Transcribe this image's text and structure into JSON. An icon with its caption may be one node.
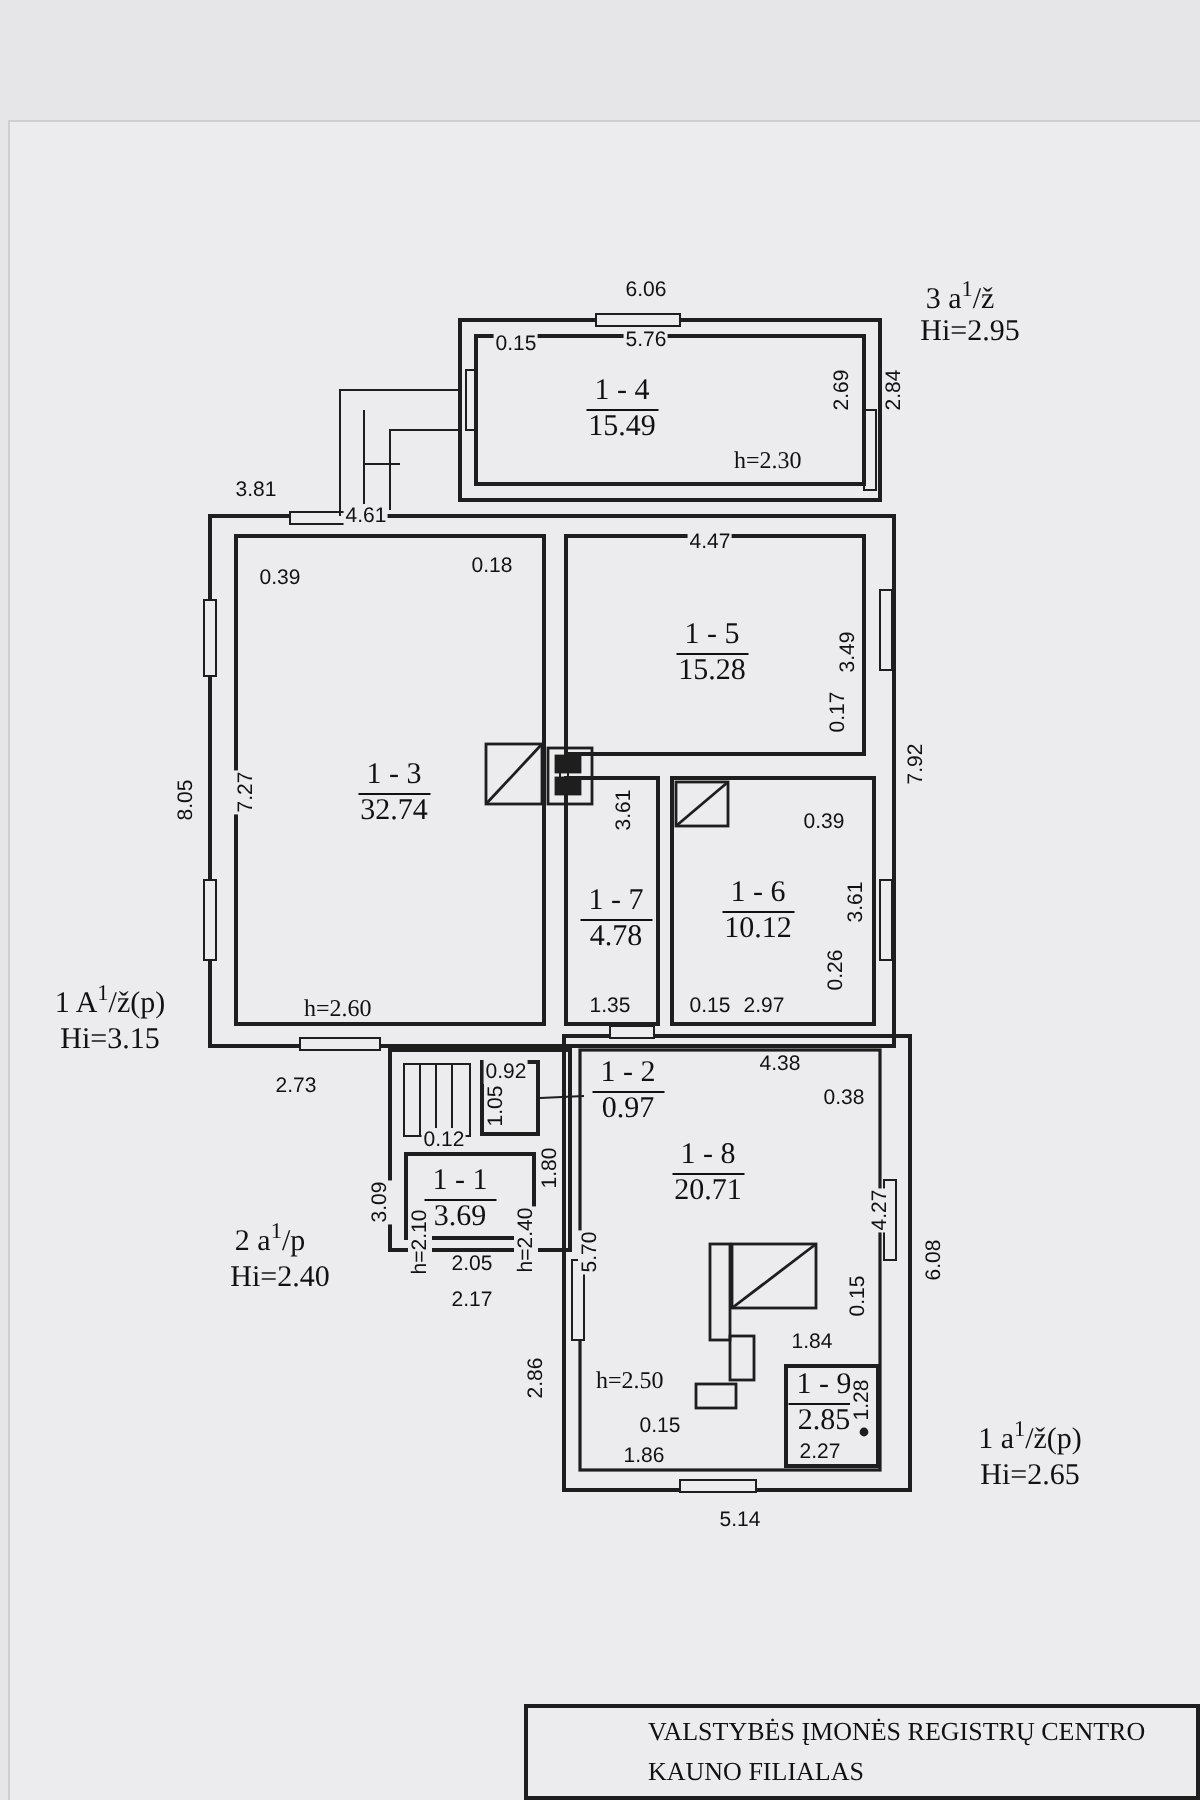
{
  "diagram": {
    "nodes": [
      {
        "text": [
          "1 - 4",
          "15.49",
          "h=2.30"
        ]
      },
      {
        "text": [
          "1 - 3",
          "32.74",
          "h=2.60"
        ]
      },
      {
        "text": [
          "1 - 5",
          "15.28"
        ]
      },
      {
        "text": [
          "1 - 7",
          "4.78"
        ]
      },
      {
        "text": [
          "1 - 6",
          "10.12"
        ]
      },
      {
        "text": [
          "1 - 2",
          "0.97"
        ]
      },
      {
        "text": [],
        "shape": "box"
      },
      {
        "text": [
          "1 - 1",
          "3.69"
        ]
      },
      {
        "text": [
          "1 - 8",
          "20.71",
          "h=2.50"
        ]
      },
      {
        "text": [
          "1 - 9",
          "2.85"
        ]
      },
      {
        "text": [
          "VALSTYBĖS ĮMONĖS REGISTRŲ CENTRO",
          "KAUNO FILIALAS"
        ]
      }
    ],
    "edges": [
      {
        "from": 5,
        "to": 6,
        "arrow": "none"
      }
    ],
    "labels": [
      "6.06",
      "3 a$^{1}$/ž",
      "Hi=2.95",
      "0.15",
      "5.76",
      "2.69",
      "2.84",
      "3.81",
      "4.61",
      "0.39",
      "0.18",
      "4.47",
      "3.49",
      "0.17",
      "8.05",
      "7.27",
      "7.92",
      "3.61",
      "0.39",
      "3.61",
      "0.26",
      "1.35",
      "0.15",
      "2.97",
      "1 A$^{1}$/ž(p)",
      "Hi=3.15",
      "2.73",
      "0.92",
      "4.38",
      "1.05",
      "0.38",
      "0.12",
      "1.80",
      "3.09",
      "h=2.10",
      "h=2.40",
      "4.27",
      "2 a$^{1}$/p",
      "Hi=2.40",
      "2.05",
      "5.70",
      "6.08",
      "2.17",
      "0.15",
      "1.84",
      "2.86",
      "1.28",
      "0.15",
      "1.86",
      "2.27",
      "1 a$^{1}$/ž(p)",
      "Hi=2.65",
      "5.14"
    ]
  }
}
